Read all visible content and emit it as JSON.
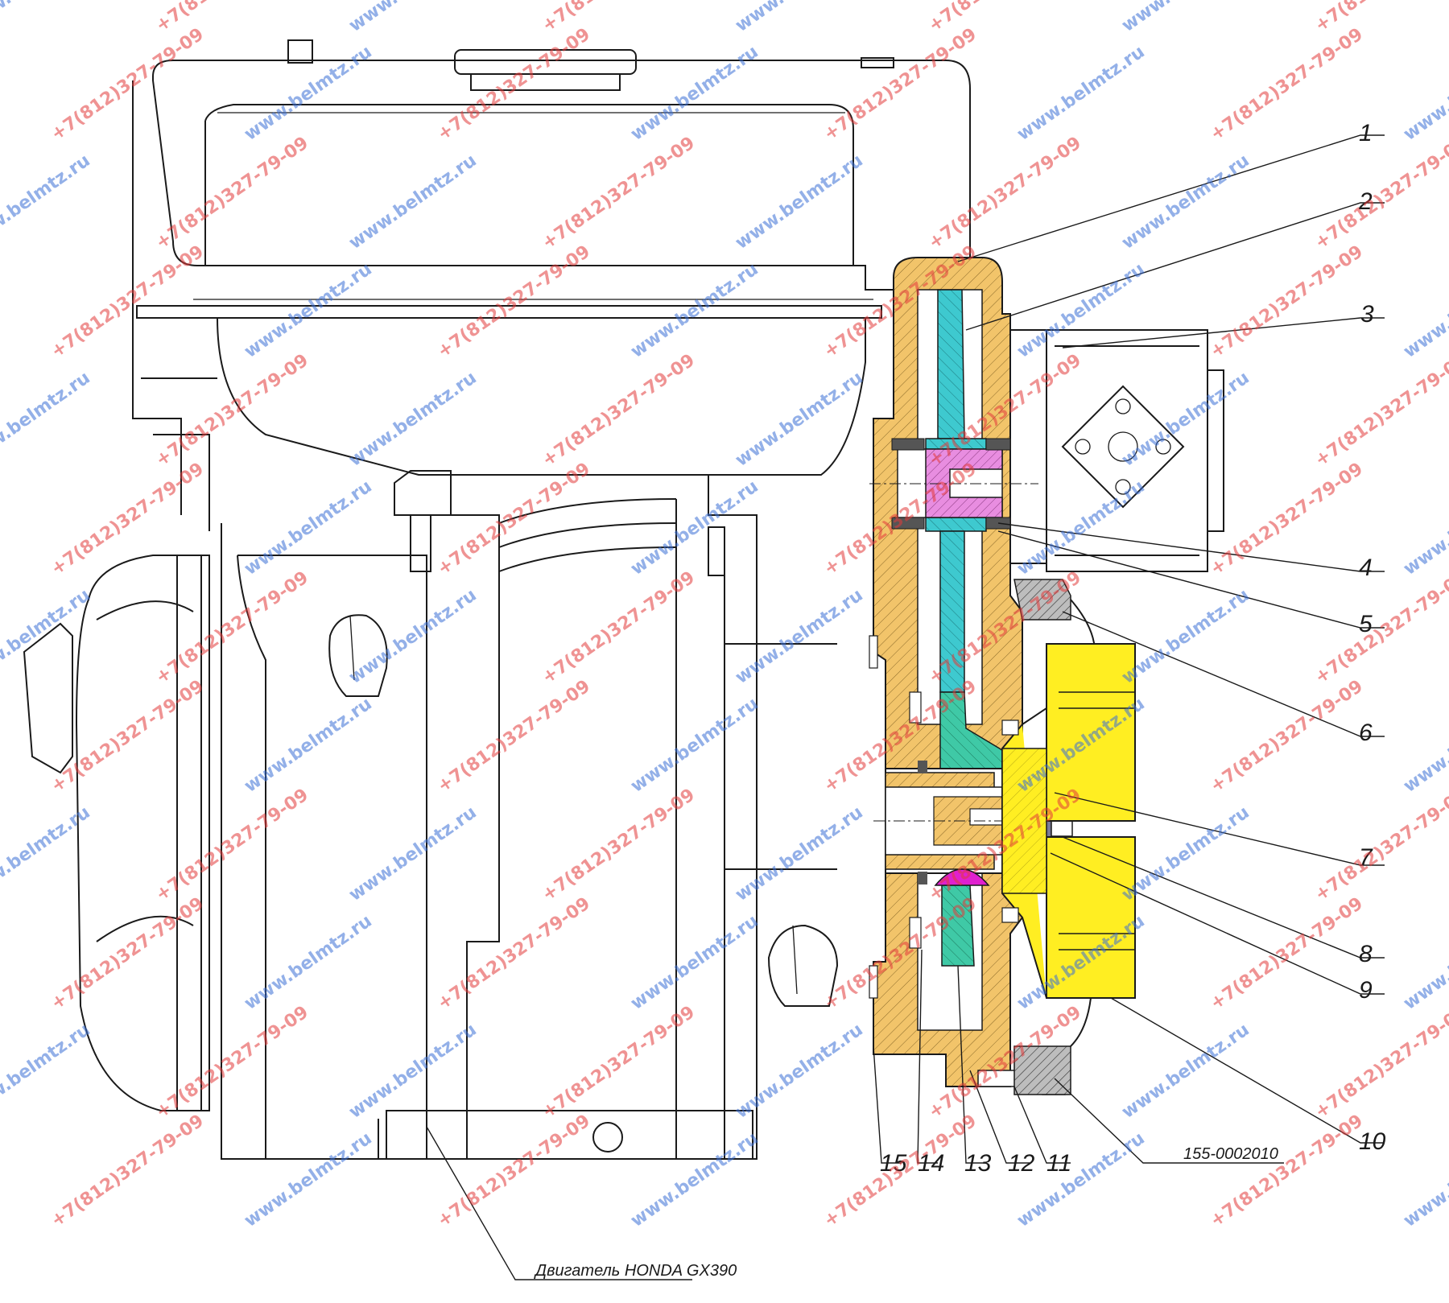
{
  "callouts": [
    {
      "num": "1"
    },
    {
      "num": "2"
    },
    {
      "num": "3"
    },
    {
      "num": "4"
    },
    {
      "num": "5"
    },
    {
      "num": "6"
    },
    {
      "num": "7"
    },
    {
      "num": "8"
    },
    {
      "num": "9"
    },
    {
      "num": "10"
    },
    {
      "num": "11"
    },
    {
      "num": "12"
    },
    {
      "num": "13"
    },
    {
      "num": "14"
    },
    {
      "num": "15"
    }
  ],
  "labels": {
    "engine": "Двигатель HONDA GX390",
    "assembly_ref": "155-0002010"
  },
  "watermarks": [
    "www.belmtz.ru",
    "+7(812)327-79-09"
  ],
  "colors": {
    "housing": "#f2c46a",
    "gear": "#3ec9cf",
    "bushing": "#e88de0",
    "coupling": "#ffee22",
    "ball": "#e020d0",
    "flange": "#c8c8c8",
    "line": "#1a1a1a",
    "watermark_red": "#e23b3b",
    "watermark_blue": "#3b6fd6"
  }
}
